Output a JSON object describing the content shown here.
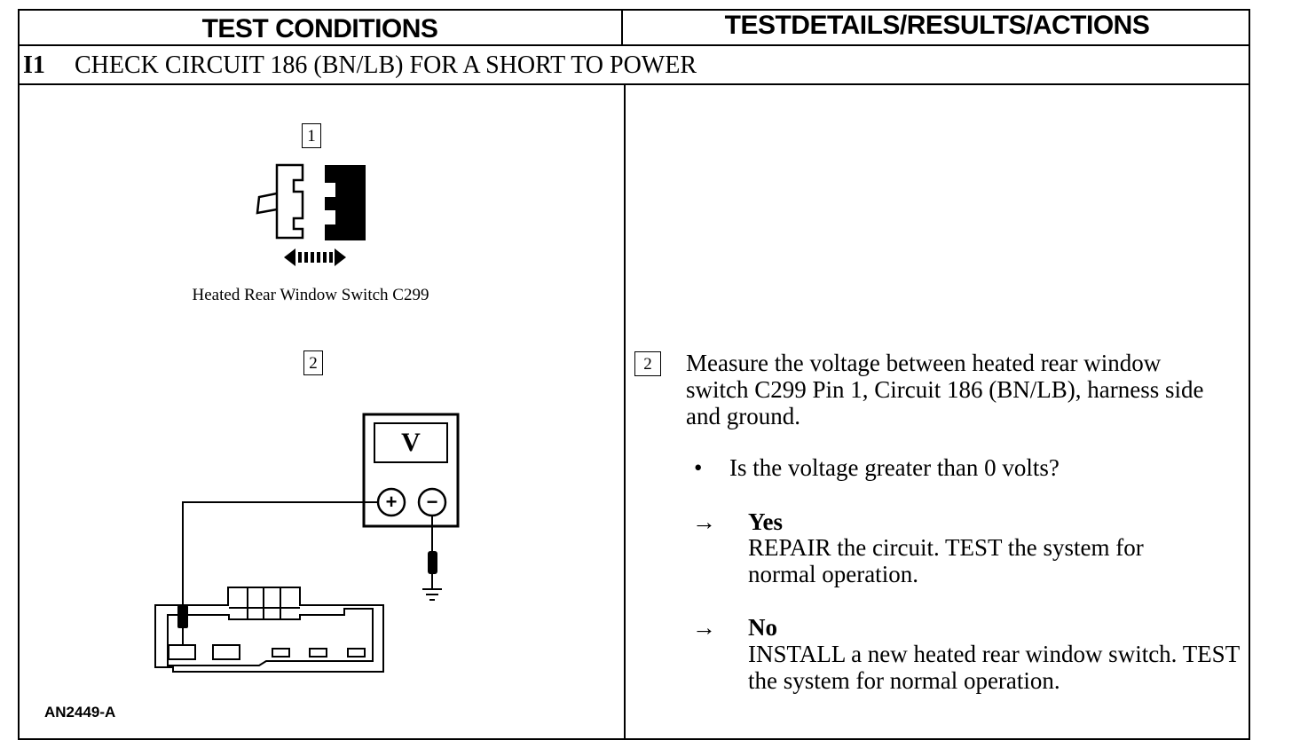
{
  "header": {
    "left": "TEST CONDITIONS",
    "right": "TESTDETAILS/RESULTS/ACTIONS"
  },
  "step": {
    "id": "I1",
    "title": "CHECK CIRCUIT 186 (BN/LB) FOR A SHORT TO POWER"
  },
  "left": {
    "callout1": "1",
    "connector_caption": "Heated Rear Window Switch C299",
    "callout2": "2",
    "meter_label": "V",
    "meter_plus": "+",
    "meter_minus": "−",
    "figure_id": "AN2449-A"
  },
  "right": {
    "callout": "2",
    "instruction": "Measure the voltage between heated rear window switch C299 Pin 1, Circuit 186 (BN/LB), harness side and ground.",
    "bullet": "•",
    "question": "Is the voltage greater than 0 volts?",
    "arrow": "→",
    "yes_label": "Yes",
    "yes_text": "REPAIR the circuit. TEST the system for normal operation.",
    "no_label": "No",
    "no_text": "INSTALL a new heated rear window switch. TEST the system for normal operation."
  }
}
